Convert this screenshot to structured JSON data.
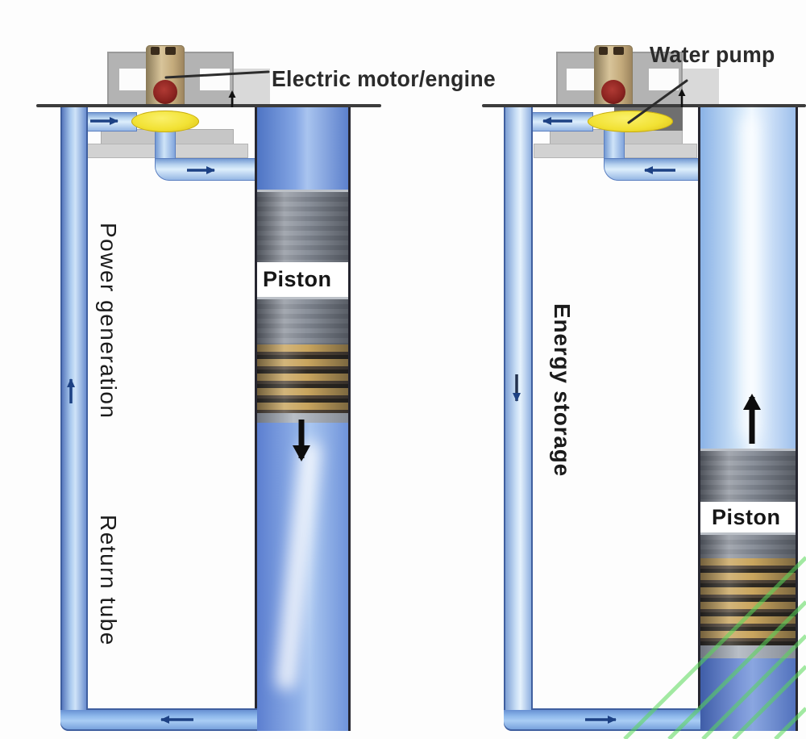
{
  "labels": {
    "electric_motor": "Electric motor/engine",
    "water_pump": "Water pump",
    "piston_left": "Piston",
    "piston_right": "Piston",
    "power_generation": "Power generation",
    "return_tube": "Return tube",
    "energy_storage": "Energy storage"
  },
  "arrows": {
    "left_panel": {
      "return_tube_flow": "up",
      "surface_pipe_flow": "right",
      "feed_pipe_flow": "right",
      "bottom_pipe_flow": "left",
      "piston_motion": "down",
      "surface_marker": "up"
    },
    "right_panel": {
      "return_tube_flow": "down",
      "surface_pipe_flow": "left",
      "feed_pipe_flow": "left",
      "bottom_pipe_flow": "right",
      "piston_motion": "up",
      "surface_marker": "up"
    }
  },
  "icons": {
    "flow-arrow-icon": "small navy triangle arrow",
    "piston-arrow-icon": "thick black triangle arrow",
    "surface-arrow-icon": "small black up arrow",
    "leader-line": "thin dark pointer line",
    "watermark-lines": "diagonal green parallel lines"
  },
  "colors": {
    "background": "#fdfdfd",
    "ground": "#3c3c3c",
    "pipe_edge": "#5b7fc0",
    "pipe_highlight": "#ddeefc",
    "water_medium": "#6c91d9",
    "water_light": "#cfe4f8",
    "water_dark": "#5272bd",
    "piston_gray": "#7d838d",
    "ring_brass": "#c9a55e",
    "ring_groove": "#2f2a22",
    "pump_yellow": "#f2e234",
    "motor_tan": "#c8b088",
    "motor_red": "#8c2420",
    "frame_gray": "#b3b3b3",
    "flow_arrow": "#1d4184",
    "piston_arrow": "#0d0d0d",
    "text": "#2b2b2b",
    "watermark_green": "#58d858"
  }
}
